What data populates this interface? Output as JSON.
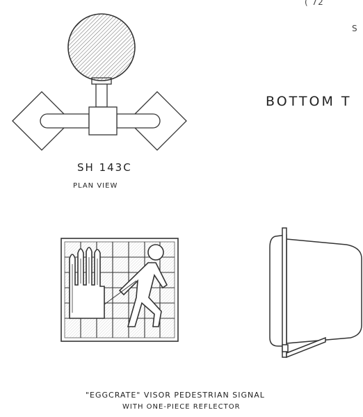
{
  "labels": {
    "corner_fragment": "( 72",
    "corner_letter": "S",
    "bottom_title": "BOTTOM T",
    "model_number": "SH 143C",
    "plan_view": "PLAN VIEW",
    "caption_line1": "\"EGGCRATE\" VISOR PEDESTRIAN SIGNAL",
    "caption_line2": "WITH ONE-PIECE REFLECTOR"
  }
}
